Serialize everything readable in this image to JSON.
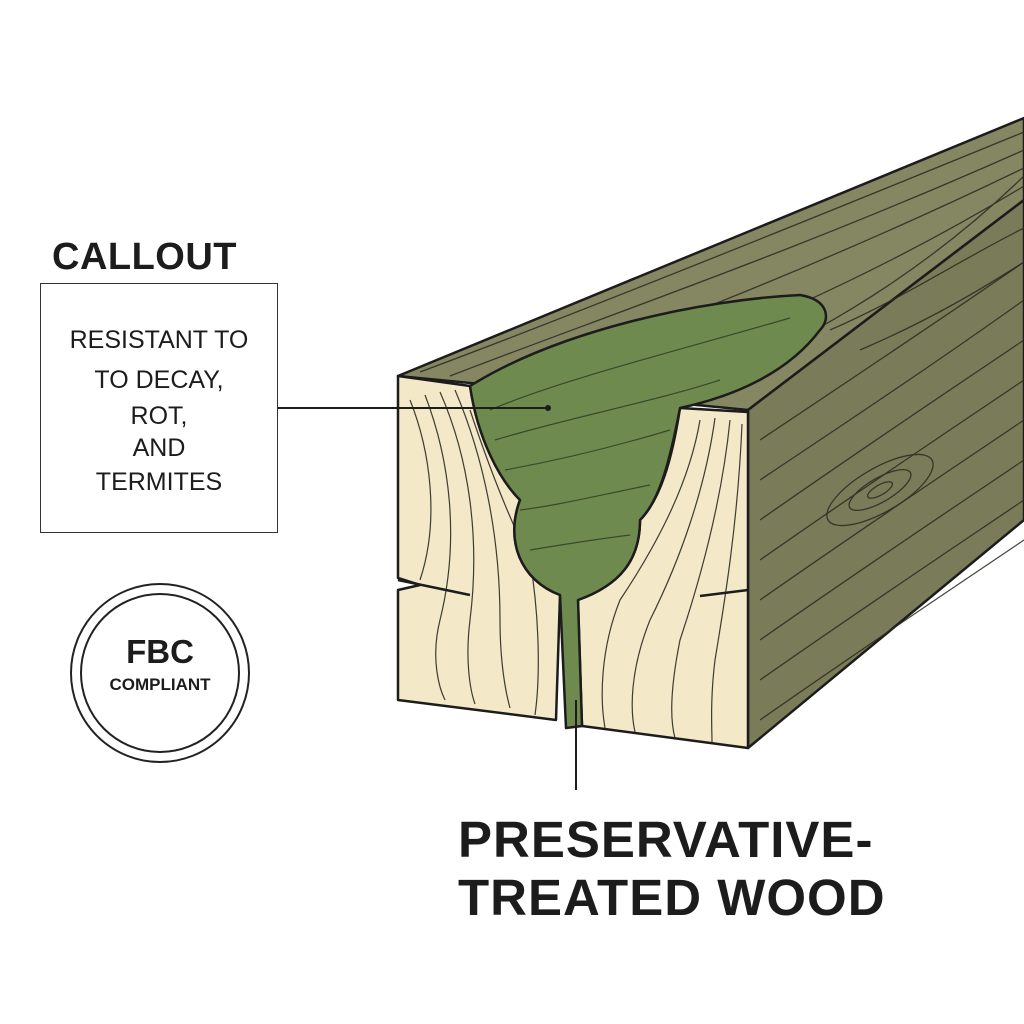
{
  "callout": {
    "heading": "CALLOUT",
    "lines": [
      "RESISTANT TO",
      "TO DECAY,",
      "ROT,",
      "AND",
      "TERMITES"
    ]
  },
  "seal": {
    "title": "FBC",
    "subtitle": "COMPLIANT"
  },
  "main_label": {
    "line1": "PRESERVATIVE-",
    "line2": "TREATED WOOD"
  },
  "colors": {
    "wood_surface": "#7c7d5a",
    "wood_top": "#858762",
    "end_grain": "#f3e8c8",
    "treated_core": "#6f8a4f",
    "ink": "#1c1c1c"
  }
}
